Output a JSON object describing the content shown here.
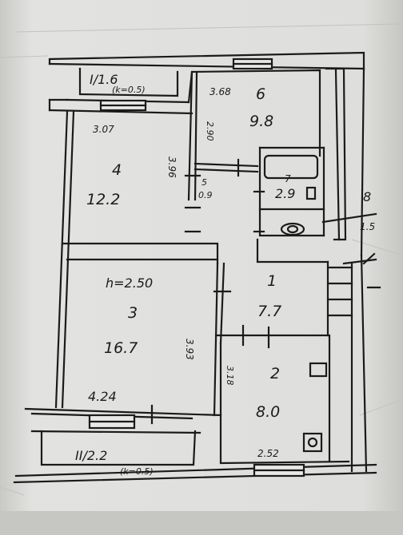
{
  "colors": {
    "paper": "#dcdcda",
    "ink": "#1b1b1b",
    "wall_fill": "#e8e8e6",
    "shadow": "#b9b9b6"
  },
  "plan": {
    "balcony_1": {
      "label": "I/1.6",
      "coef": "(k=0.5)"
    },
    "balcony_2": {
      "label": "II/2.2",
      "coef": "(k=0.5)"
    },
    "height_note": "h=2.50",
    "rooms": [
      {
        "id": "1",
        "num": "1",
        "area": "7.7"
      },
      {
        "id": "2",
        "num": "2",
        "area": "8.0"
      },
      {
        "id": "3",
        "num": "3",
        "area": "16.7"
      },
      {
        "id": "4",
        "num": "4",
        "area": "12.2"
      },
      {
        "id": "5",
        "num": "5",
        "area": "0.9"
      },
      {
        "id": "6",
        "num": "6",
        "area": "9.8"
      },
      {
        "id": "7",
        "num": "7",
        "area": "2.9"
      },
      {
        "id": "8",
        "num": "8",
        "area": "1.5"
      }
    ],
    "dims": {
      "d_307": "3.07",
      "d_368": "3.68",
      "d_290": "2.90",
      "d_396": "3.96",
      "d_393": "3.93",
      "d_424": "4.24",
      "d_318": "3.18",
      "d_252": "2.52"
    }
  }
}
